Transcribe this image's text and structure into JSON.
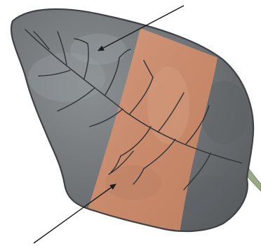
{
  "figure": {
    "subject": "leaf",
    "parts": [
      "leaf-blade",
      "strip",
      "veins",
      "petiole"
    ],
    "arrows": 2
  },
  "colors": {
    "background": "#ffffff",
    "leaf_grey": "#6e7275",
    "leaf_grey_light": "#8a8f92",
    "leaf_grey_dark": "#55595c",
    "strip": "#c98a6c",
    "strip_light": "#d39a7c",
    "outline": "#3e4245",
    "vein": "#2f3336",
    "petiole": "#9aa986",
    "arrow": "#1a1a1a"
  }
}
